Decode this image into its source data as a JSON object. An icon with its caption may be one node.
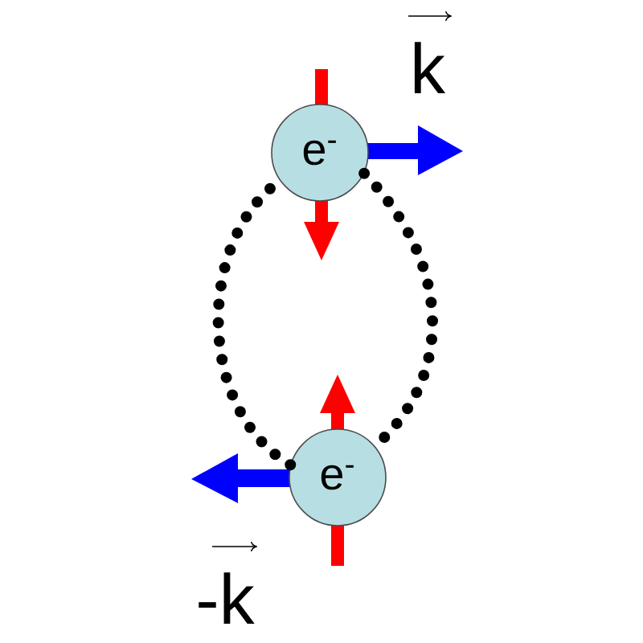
{
  "diagram": {
    "nodes": [
      {
        "text": [
          "e$^{-}$"
        ]
      },
      {
        "text": [
          "e$^{-}$"
        ]
      }
    ],
    "edges": [
      {
        "from": 0,
        "to": 1,
        "arrow": "none",
        "style": "dashed"
      },
      {
        "from": 1,
        "to": 0,
        "arrow": "none",
        "style": "dashed"
      }
    ],
    "labels": [
      "k",
      "-k"
    ]
  }
}
